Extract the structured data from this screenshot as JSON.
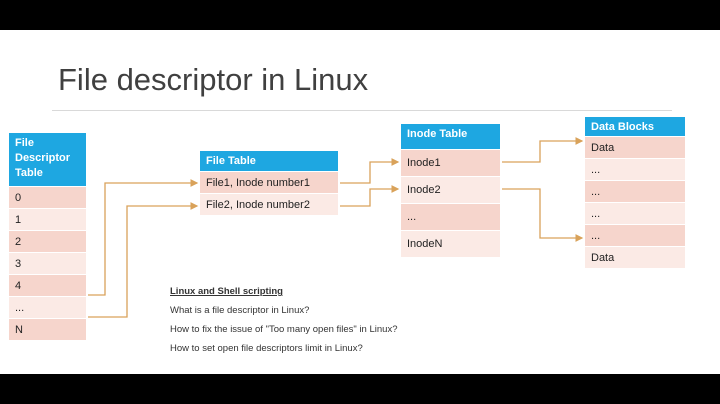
{
  "title": "File descriptor in Linux",
  "fd_table": {
    "header": "File Descriptor Table",
    "rows": [
      "0",
      "1",
      "2",
      "3",
      "4",
      "...",
      "N"
    ]
  },
  "file_table": {
    "header": "File Table",
    "rows": [
      "File1, Inode number1",
      "File2, Inode number2"
    ]
  },
  "inode_table": {
    "header": "Inode Table",
    "rows": [
      "Inode1",
      "Inode2",
      "...",
      "InodeN"
    ]
  },
  "data_blocks": {
    "header": "Data Blocks",
    "rows": [
      "Data",
      "...",
      "...",
      "...",
      "...",
      "Data"
    ]
  },
  "notes": {
    "heading": "Linux and Shell scripting",
    "items": [
      "What is a file descriptor in Linux?",
      "How to fix the issue of \"Too many open files\" in Linux?",
      "How to set open file descriptors limit in Linux?"
    ]
  },
  "colors": {
    "header_bg": "#1ea7e1",
    "row_odd": "#f6d5cc",
    "row_even": "#fbeae5",
    "arrow": "#d9a25a"
  }
}
